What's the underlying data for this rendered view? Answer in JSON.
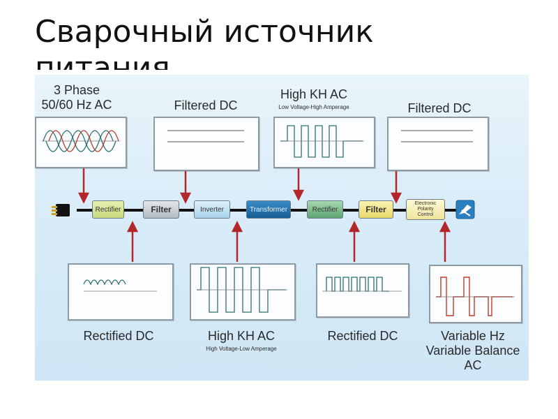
{
  "slide": {
    "title_line1": "Сварочный источник",
    "title_line2": "питания"
  },
  "top_labels": {
    "three_phase_1": "3 Phase",
    "three_phase_2": "50/60 Hz AC",
    "filtered_dc_1": "Filtered DC",
    "high_kh_ac": "High KH AC",
    "high_kh_ac_sub": "Low Voltage-High Amperage",
    "filtered_dc_2": "Filtered DC"
  },
  "bottom_labels": {
    "rectified_dc_1": "Rectified DC",
    "high_kh_ac": "High KH AC",
    "high_kh_ac_sub": "High Voltage-Low Amperage",
    "rectified_dc_2": "Rectified DC",
    "variable_1": "Variable Hz",
    "variable_2": "Variable Balance",
    "variable_3": "AC"
  },
  "chain": {
    "rectifier_1": "Rectifier",
    "filter_1": "Filter",
    "inverter": "Inverter",
    "transformer": "Transformer",
    "rectifier_2": "Rectifier",
    "filter_2": "Filter",
    "polarity_1": "Electronic",
    "polarity_2": "Polarity",
    "polarity_3": "Control"
  },
  "icons": {
    "plug": "power-plug-icon",
    "output": "welding-torch-icon"
  },
  "colors": {
    "background": "#d9ecf8",
    "arrow": "#b3262a",
    "waveform": "#2f6f6f",
    "waveform_red": "#c0392b",
    "rectifier_block": "#d9e89a",
    "filter_block": "#c9cfd4",
    "inverter_block": "#bfe0f2",
    "transformer_block": "#1f6fa5",
    "rectifier2_block": "#7fb98c",
    "filter2_block": "#f2e68a",
    "polarity_block": "#f6f0b8"
  }
}
